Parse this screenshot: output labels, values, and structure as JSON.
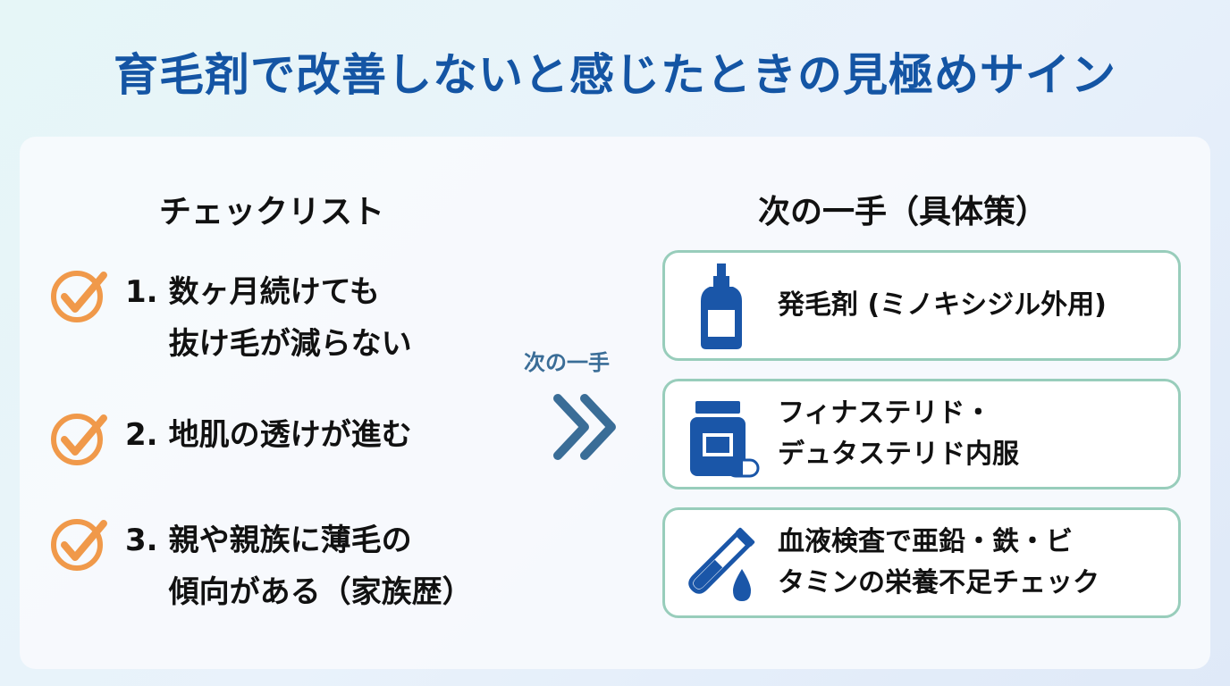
{
  "title": "育毛剤で改善しないと感じたときの見極めサイン",
  "left_column": {
    "heading": "チェックリスト",
    "items": [
      {
        "number": "1.",
        "lines": [
          "数ヶ月続けても",
          "抜け毛が減らない"
        ]
      },
      {
        "number": "2.",
        "lines": [
          "地肌の透けが進む"
        ]
      },
      {
        "number": "3.",
        "lines": [
          "親や親族に薄毛の",
          "傾向がある（家族歴）"
        ]
      }
    ]
  },
  "arrow": {
    "label": "次の一手"
  },
  "right_column": {
    "heading": "次の一手（具体策）",
    "cards": [
      {
        "icon": "dropper-bottle-icon",
        "lines": [
          "発毛剤 (ミノキシジル外用)"
        ]
      },
      {
        "icon": "pill-bottle-icon",
        "lines": [
          "フィナステリド・",
          "デュタステリド内服"
        ]
      },
      {
        "icon": "test-tube-drop-icon",
        "lines": [
          "血液検査で亜鉛・鉄・ビ",
          "タミンの栄養不足チェック"
        ]
      }
    ]
  },
  "colors": {
    "title": "#1455a4",
    "check_orange": "#f0994a",
    "card_border": "#98cdbb",
    "icon_blue": "#1a56a8",
    "arrow_blue": "#3a6d97"
  }
}
